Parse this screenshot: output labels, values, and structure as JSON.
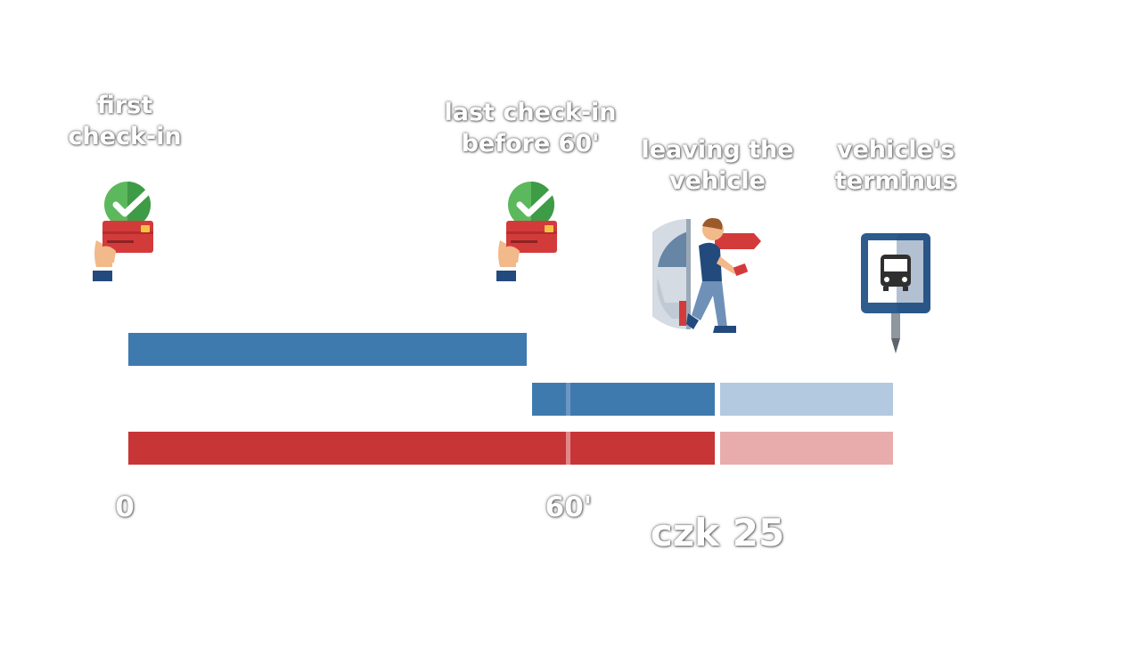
{
  "labels": {
    "first_checkin_line1": "first",
    "first_checkin_line2": "check-in",
    "last_checkin_line1": "last check-in",
    "last_checkin_line2": "before 60'",
    "leaving_line1": "leaving the",
    "leaving_line2": "vehicle",
    "terminus_line1": "vehicle's",
    "terminus_line2": "terminus"
  },
  "axis": {
    "start": "0",
    "mark": "60'"
  },
  "price": "czk 25",
  "icons": {
    "first_checkin": "card-payment-check-icon",
    "last_checkin": "card-payment-check-icon",
    "leaving": "person-leaving-vehicle-icon",
    "terminus": "bus-stop-sign-icon"
  },
  "colors": {
    "blue": "#3f7aaf",
    "blue_light": "#b3c9e0",
    "red": "#c83537",
    "red_light": "#e8acac"
  }
}
